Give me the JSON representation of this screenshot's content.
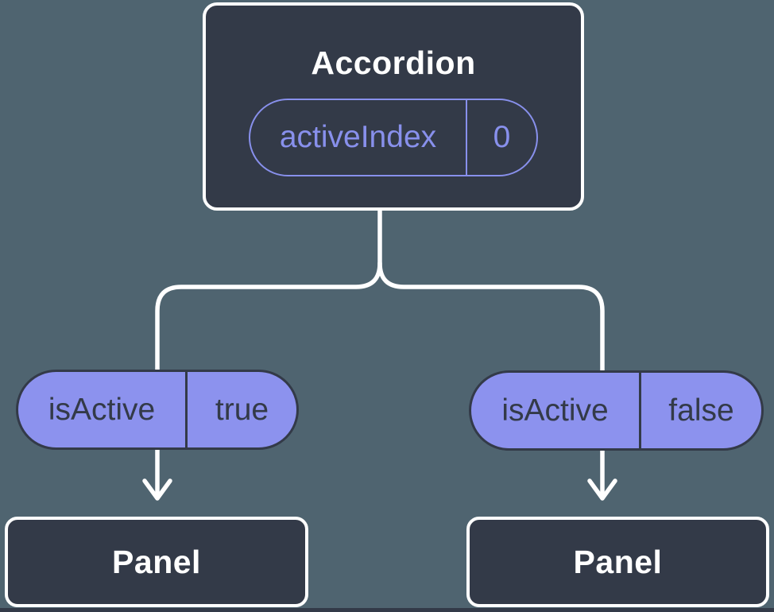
{
  "diagram": {
    "root": {
      "title": "Accordion",
      "state": {
        "name": "activeIndex",
        "value": "0"
      }
    },
    "children": [
      {
        "prop": {
          "name": "isActive",
          "value": "true"
        },
        "label": "Panel"
      },
      {
        "prop": {
          "name": "isActive",
          "value": "false"
        },
        "label": "Panel"
      }
    ]
  },
  "colors": {
    "background": "#4F6470",
    "node_fill": "#333A48",
    "node_border": "#FFFFFF",
    "accent_fill": "#8C92EE",
    "accent_outline": "#8890EC",
    "dark_text": "#333A48",
    "connector": "#FFFFFF",
    "title_text": "#FFFFFF"
  }
}
